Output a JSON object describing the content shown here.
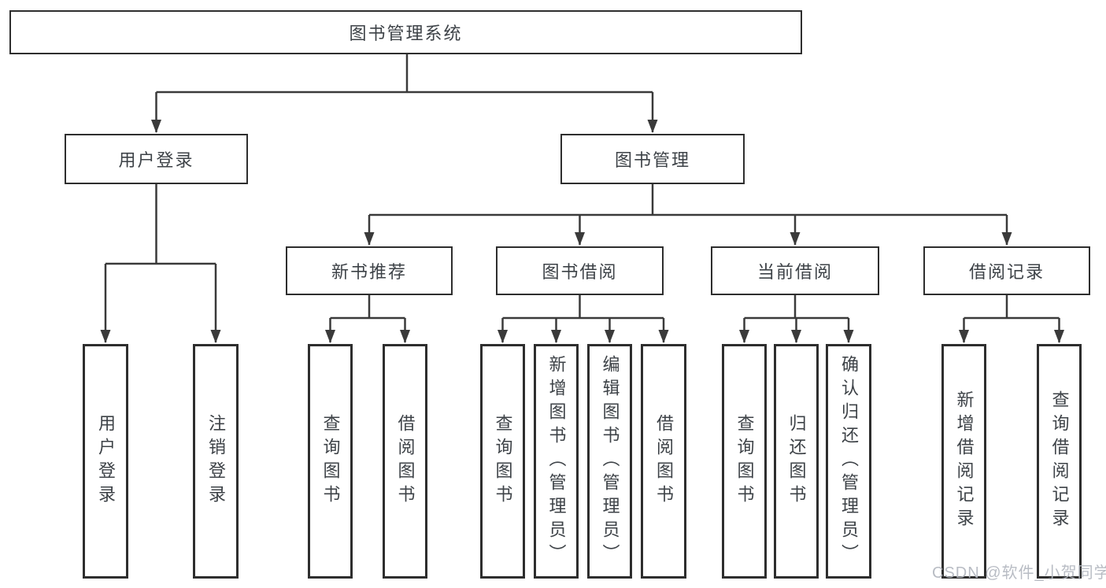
{
  "diagram_type": "hierarchy",
  "tree": {
    "label": "图书管理系统",
    "children": [
      {
        "label": "用户登录",
        "children": [
          {
            "label": "用户登录"
          },
          {
            "label": "注销登录"
          }
        ]
      },
      {
        "label": "图书管理",
        "children": [
          {
            "label": "新书推荐",
            "children": [
              {
                "label": "查询图书"
              },
              {
                "label": "借阅图书"
              }
            ]
          },
          {
            "label": "图书借阅",
            "children": [
              {
                "label": "查询图书"
              },
              {
                "label": "新增图书（管理员）"
              },
              {
                "label": "编辑图书（管理员）"
              },
              {
                "label": "借阅图书"
              }
            ]
          },
          {
            "label": "当前借阅",
            "children": [
              {
                "label": "查询图书"
              },
              {
                "label": "归还图书"
              },
              {
                "label": "确认归还（管理员）"
              }
            ]
          },
          {
            "label": "借阅记录",
            "children": [
              {
                "label": "新增借阅记录"
              },
              {
                "label": "查询借阅记录"
              }
            ]
          }
        ]
      }
    ]
  },
  "watermark": {
    "text": "CSDN @软件_小贺同学"
  },
  "colors": {
    "background": "#ffffff",
    "line": "#3a3a3a",
    "box_border": "#2e2e2e",
    "text": "#3d4247",
    "watermark": "#b3b7bf"
  }
}
